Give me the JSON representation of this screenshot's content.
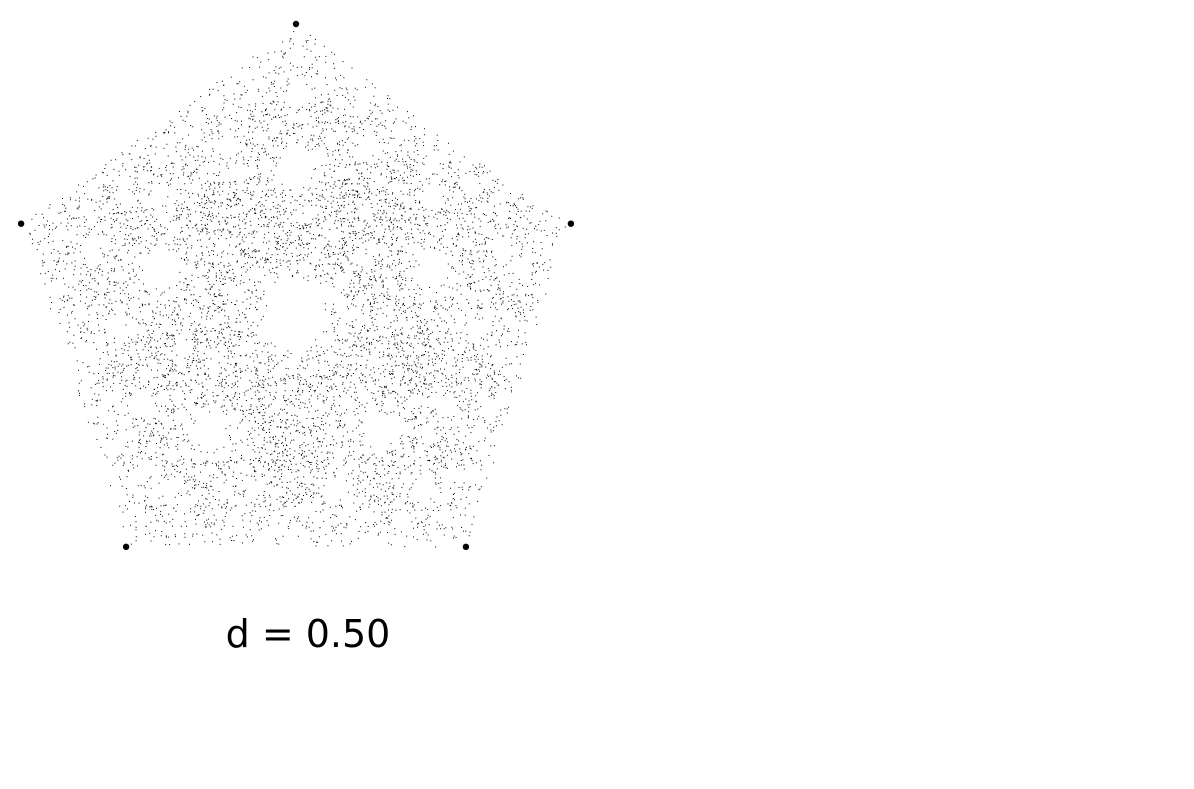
{
  "figure": {
    "caption": "d = 0.50",
    "ratio": 0.5,
    "vertex_count": 5,
    "point_color": "#000000",
    "vertex_color": "#000000",
    "background": "#ffffff"
  }
}
